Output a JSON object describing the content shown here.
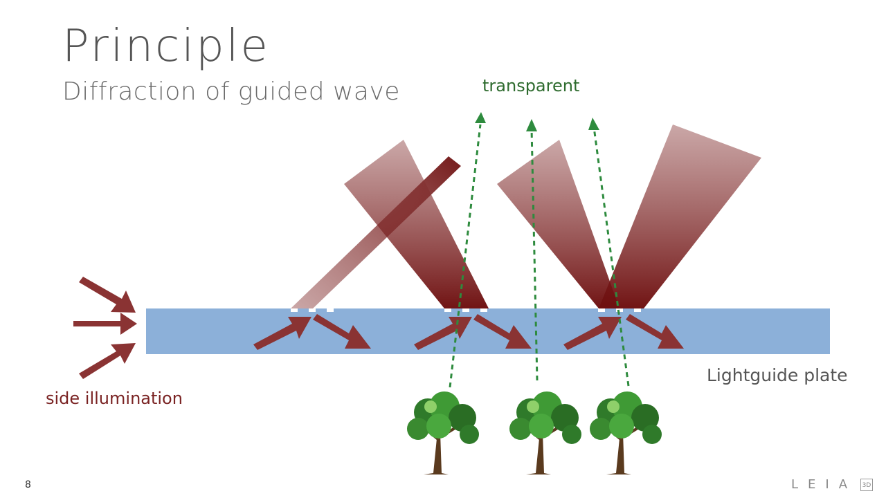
{
  "slide": {
    "title": "Principle",
    "subtitle": "Diffraction of guided wave",
    "page_number": "8"
  },
  "diagram": {
    "label_transparent": "transparent",
    "label_side_illumination": "side illumination",
    "label_plate": "Lightguide plate"
  },
  "branding": {
    "logo_text": "LEIA",
    "logo_badge": "3D"
  },
  "colors": {
    "beam": "#7a1f1f",
    "plate": "#8cb0d9",
    "arrow_green": "#2e8b3e",
    "title_gray": "#555555"
  },
  "icons": [
    "tree-icon",
    "arrow-icon"
  ]
}
